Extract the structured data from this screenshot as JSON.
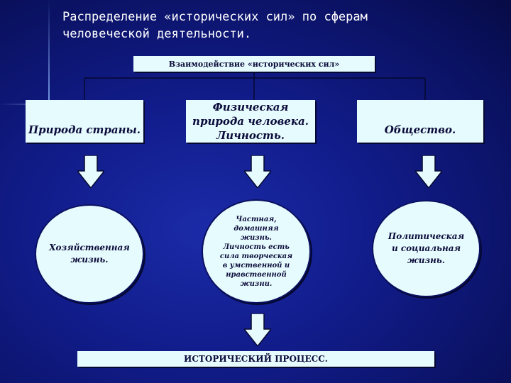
{
  "title": "Распределение «исторических сил» по сферам человеческой деятельности.",
  "top_box": "Взаимодействие «исторических сил»",
  "categories": [
    {
      "label": "Природа страны."
    },
    {
      "label": "Физическая природа человека. Личность."
    },
    {
      "label": "Общество."
    }
  ],
  "spheres": [
    {
      "label": "Хозяйственная\nжизнь."
    },
    {
      "label": "Частная, домашняя жизнь. Личность есть сила творческая в умственной и нравственной жизни."
    },
    {
      "label": "Политическая\nи социальная\nжизнь."
    }
  ],
  "bottom_box": "ИСТОРИЧЕСКИЙ ПРОЦЕСС.",
  "colors": {
    "box_fill": "#e6fbfd",
    "text": "#0b0b3a",
    "connector": "#050830"
  }
}
